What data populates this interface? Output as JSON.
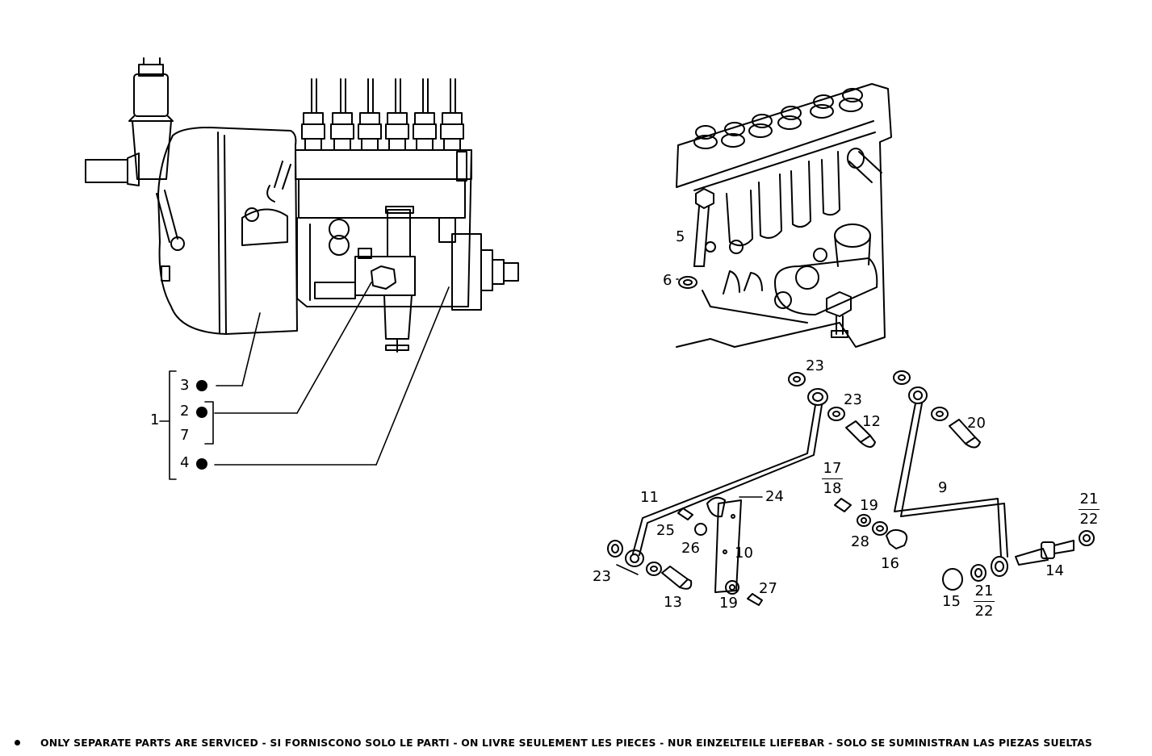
{
  "left_assembly": {
    "group_label": "1",
    "items": [
      {
        "number": "3",
        "filled": true
      },
      {
        "number": "2",
        "filled": true
      },
      {
        "number": "7",
        "filled": false
      },
      {
        "number": "4",
        "filled": true
      }
    ]
  },
  "right_labels": {
    "n5": "5",
    "n6": "6",
    "n23a": "23",
    "n23b": "23",
    "n23c": "23",
    "n12": "12",
    "n20": "20",
    "n9": "9",
    "n11": "11",
    "n24": "24",
    "n25": "25",
    "n26": "26",
    "n10": "10",
    "n13": "13",
    "n19a": "19",
    "n27": "27",
    "n19b": "19",
    "n28": "28",
    "n16": "16",
    "n15": "15",
    "n14": "14",
    "frac_17_18": {
      "top": "17",
      "bottom": "18"
    },
    "frac_21_22a": {
      "top": "21",
      "bottom": "22"
    },
    "frac_21_22b": {
      "top": "21",
      "bottom": "22"
    }
  },
  "footer": {
    "text": "ONLY SEPARATE PARTS ARE SERVICED - SI FORNISCONO SOLO LE PARTI - ON LIVRE SEULEMENT LES PIECES - NUR EINZELTEILE LIEFEBAR - SOLO SE SUMINISTRAN LAS PIEZAS SUELTAS"
  }
}
